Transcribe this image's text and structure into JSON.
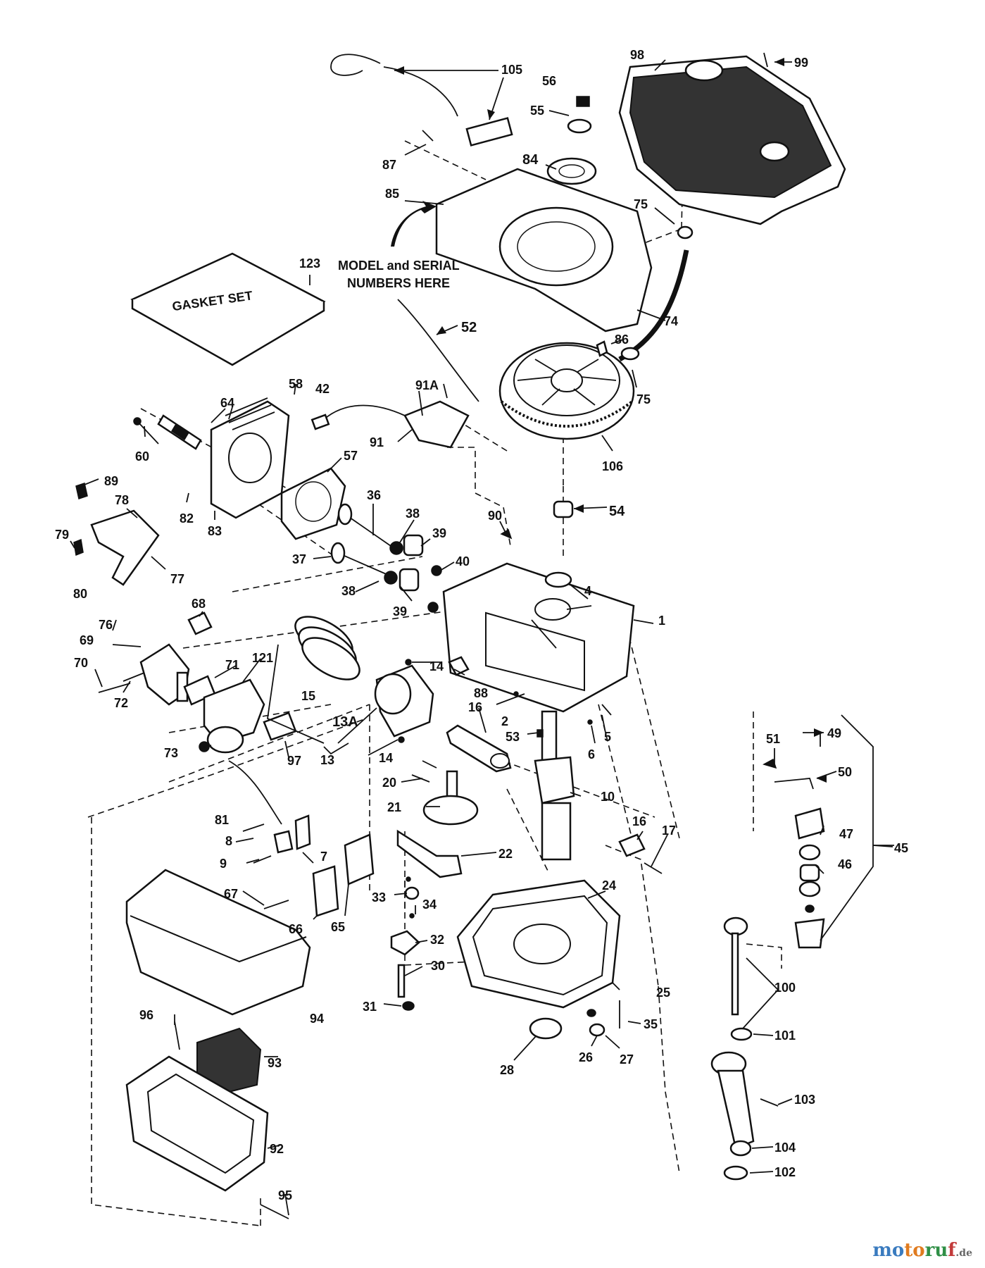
{
  "callouts": {
    "gasket_set_box": "GASKET SET",
    "model_serial_note_1": "MODEL and SERIAL",
    "model_serial_note_2": "NUMBERS HERE"
  },
  "part_numbers": {
    "p105": "105",
    "p56": "56",
    "p55": "55",
    "p98": "98",
    "p99": "99",
    "p87": "87",
    "p84": "84",
    "p85": "85",
    "p75a": "75",
    "p74": "74",
    "p123": "123",
    "p52": "52",
    "p86": "86",
    "p75b": "75",
    "p58": "58",
    "p64": "64",
    "p42": "42",
    "p91A": "91A",
    "p91": "91",
    "p106": "106",
    "p60": "60",
    "p89": "89",
    "p78": "78",
    "p82": "82",
    "p83": "83",
    "p57": "57",
    "p36": "36",
    "p38a": "38",
    "p39a": "39",
    "p90": "90",
    "p54": "54",
    "p79": "79",
    "p80": "80",
    "p77": "77",
    "p37": "37",
    "p40": "40",
    "p38b": "38",
    "p39b": "39",
    "p4": "4",
    "p1": "1",
    "p76": "76",
    "p68": "68",
    "p69": "69",
    "p70": "70",
    "p72": "72",
    "p71": "71",
    "p121": "121",
    "p14a": "14",
    "p88": "88",
    "p15": "15",
    "p13A": "13A",
    "p2": "2",
    "p16a": "16",
    "p53": "53",
    "p5": "5",
    "p6": "6",
    "p73": "73",
    "p97": "97",
    "p13": "13",
    "p14b": "14",
    "p51": "51",
    "p49": "49",
    "p50": "50",
    "p20": "20",
    "p10": "10",
    "p21": "21",
    "p45": "45",
    "p81": "81",
    "p16b": "16",
    "p17": "17",
    "p47": "47",
    "p8": "8",
    "p9": "9",
    "p7": "7",
    "p22": "22",
    "p46": "46",
    "p67": "67",
    "p33": "33",
    "p34": "34",
    "p24": "24",
    "p66": "66",
    "p65": "65",
    "p32": "32",
    "p30": "30",
    "p25": "25",
    "p100": "100",
    "p31": "31",
    "p94": "94",
    "p96": "96",
    "p35": "35",
    "p101": "101",
    "p26": "26",
    "p27": "27",
    "p93": "93",
    "p28": "28",
    "p103": "103",
    "p92": "92",
    "p104": "104",
    "p102": "102",
    "p95": "95"
  },
  "watermark": {
    "a": "mo",
    "b": "to",
    "c": "ru",
    "d": "f",
    "tld": ".de"
  }
}
